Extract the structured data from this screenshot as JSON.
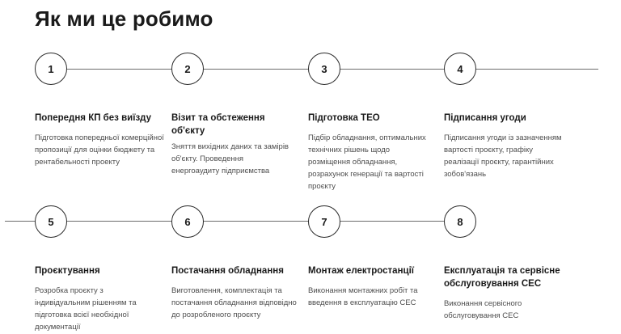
{
  "section": {
    "title": "Як ми це робимо"
  },
  "row1": [
    {
      "number": "1",
      "title": "Попередня КП без виїзду",
      "description": "Підготовка попередньої комерційної пропозиції для оцінки бюджету та рентабельності проекту"
    },
    {
      "number": "2",
      "title": "Візит та обстеження об'єкту",
      "description": "Зняття вихідних даних та замірів об'єкту. Проведення енергоаудиту підприємства"
    },
    {
      "number": "3",
      "title": "Підготовка ТЕО",
      "description": "Підбір обладнання, оптимальних технічних рішень щодо розміщення обладнання, розрахунок генерації та вартості проєкту"
    },
    {
      "number": "4",
      "title": "Підписання угоди",
      "description": "Підписання угоди із зазначенням вартості проєкту, графіку реалізації проєкту, гарантійних зобов'язань"
    }
  ],
  "row2": [
    {
      "number": "5",
      "title": "Проєктування",
      "description": "Розробка проєкту з індивідуальним рішенням та підготовка всієї необхідної документації"
    },
    {
      "number": "6",
      "title": "Постачання обладнання",
      "description": "Виготовлення, комплектація та постачання обладнання відповідно до розробленого проєкту"
    },
    {
      "number": "7",
      "title": "Монтаж електростанції",
      "description": "Виконання монтажних робіт та введення в експлуатацію СЕС"
    },
    {
      "number": "8",
      "title": "Експлуатація та сервісне обслуговування СЕС",
      "description": "Виконання сервісного обслуговування СЕС"
    }
  ]
}
